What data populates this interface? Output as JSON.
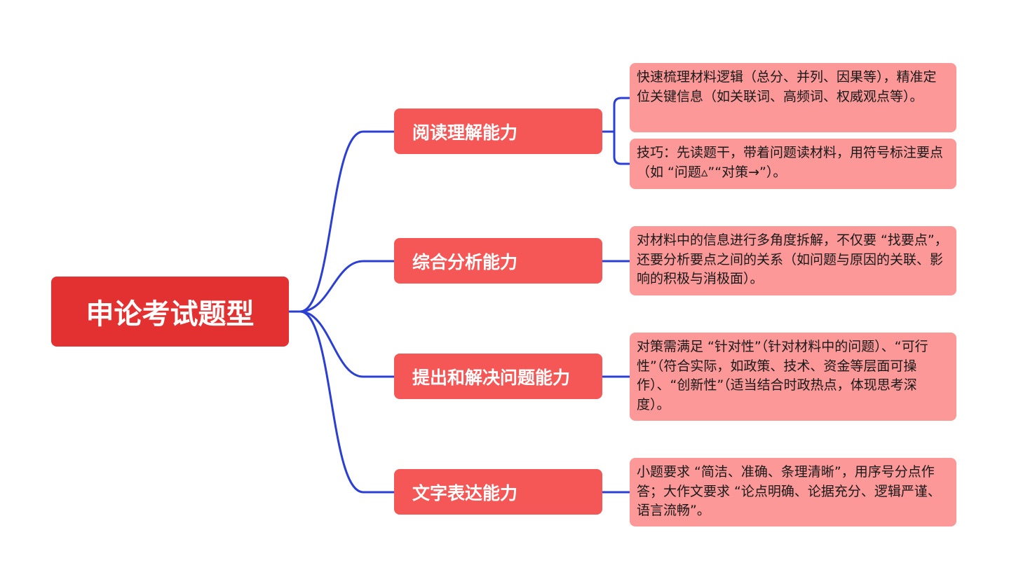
{
  "root": {
    "title": "申论考试题型"
  },
  "branches": [
    {
      "label": "阅读理解能力",
      "details": [
        "快速梳理材料逻辑（总分、并列、因果等），精准定位关键信息（如关联词、高频词、权威观点等）。",
        "技巧：先读题干，带着问题读材料，用符号标注要点（如 “问题▵”“对策→”）。"
      ]
    },
    {
      "label": "综合分析能力",
      "details": [
        "对材料中的信息进行多角度拆解，不仅要 “找要点”，还要分析要点之间的关系（如问题与原因的关联、影响的积极与消极面）。"
      ]
    },
    {
      "label": "提出和解决问题能力",
      "details": [
        "对策需满足 “针对性”（针对材料中的问题）、“可行性”（符合实际，如政策、技术、资金等层面可操作）、“创新性”（适当结合时政热点，体现思考深度）。"
      ]
    },
    {
      "label": "文字表达能力",
      "details": [
        "小题要求 “简洁、准确、条理清晰”，用序号分点作答；大作文要求 “论点明确、论据充分、逻辑严谨、语言流畅”。"
      ]
    }
  ],
  "colors": {
    "root": "#e33030",
    "branch": "#f55656",
    "leaf": "#fc9898",
    "connector": "#2b3fd4"
  }
}
